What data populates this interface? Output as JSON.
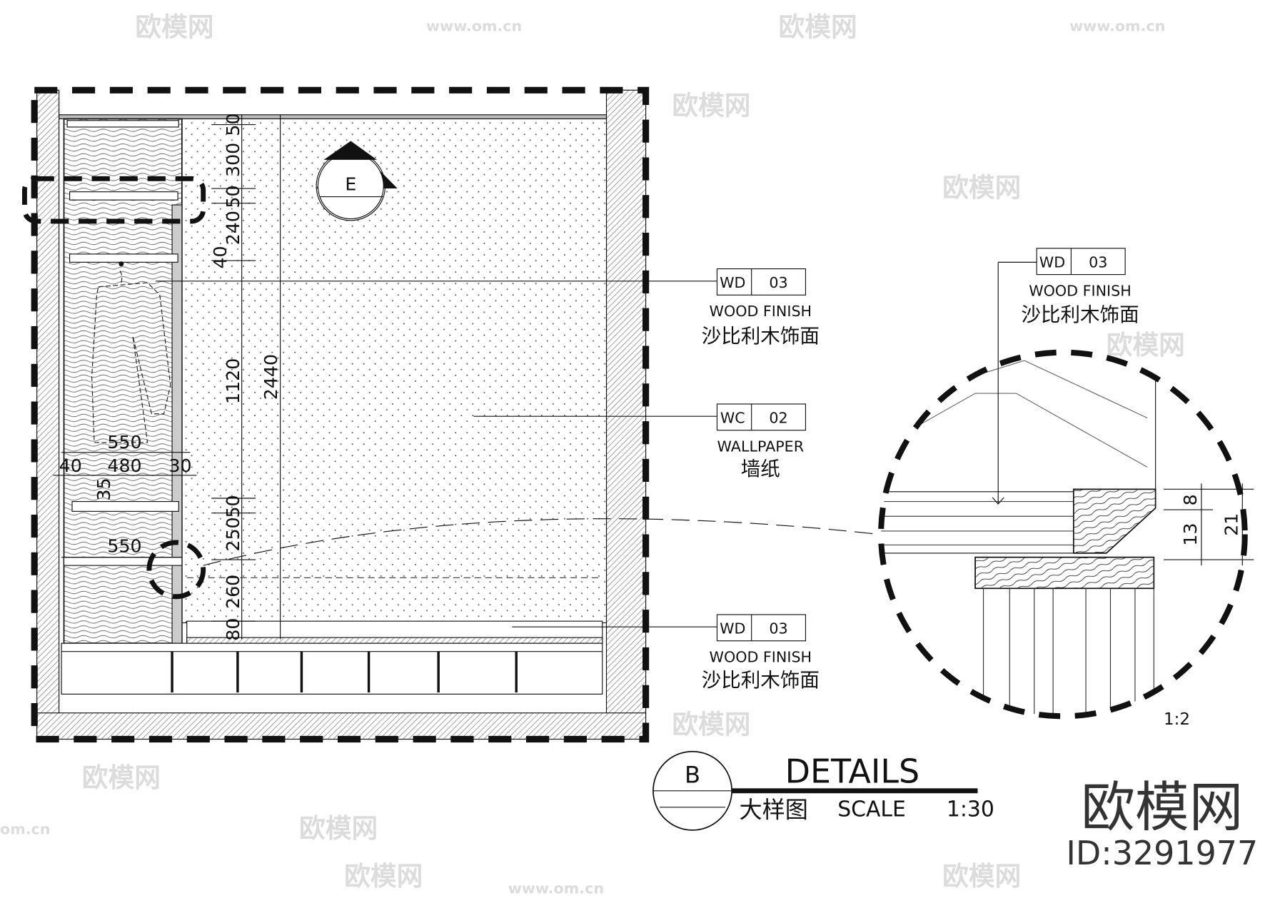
{
  "watermark": {
    "brand": "欧模网",
    "url": "www.om.cn",
    "url_short": "om.cn"
  },
  "vertical_dims": [
    "50",
    "300",
    "50",
    "240",
    "40",
    "1120",
    "50",
    "250",
    "260",
    "80"
  ],
  "overall_height": "2440",
  "horizontal_dims": {
    "top_width": "550",
    "inner_width": "480",
    "left_gap": "40",
    "right_gap": "30",
    "shelf_thickness": "35",
    "bottom_width": "550"
  },
  "callouts": [
    {
      "code": "WD",
      "number": "03",
      "label_en": "WOOD FINISH",
      "label_cn": "沙比利木饰面"
    },
    {
      "code": "WC",
      "number": "02",
      "label_en": "WALLPAPER",
      "label_cn": "墙纸"
    },
    {
      "code": "WD",
      "number": "03",
      "label_en": "WOOD FINISH",
      "label_cn": "沙比利木饰面"
    }
  ],
  "detail": {
    "callout": {
      "code": "WD",
      "number": "03",
      "label_en": "WOOD FINISH",
      "label_cn": "沙比利木饰面"
    },
    "dims": {
      "top": "8",
      "middle": "13",
      "total": "21"
    },
    "scale": "1:2"
  },
  "section_marker": {
    "letter": "E"
  },
  "title_block": {
    "letter": "B",
    "title": "DETAILS",
    "subtitle_cn": "大样图",
    "scale_label": "SCALE",
    "scale": "1:30"
  },
  "logo": {
    "brand": "欧模网",
    "id": "ID:3291977"
  },
  "colors": {
    "line": "#111111",
    "watermark": "#dcdcdc"
  }
}
